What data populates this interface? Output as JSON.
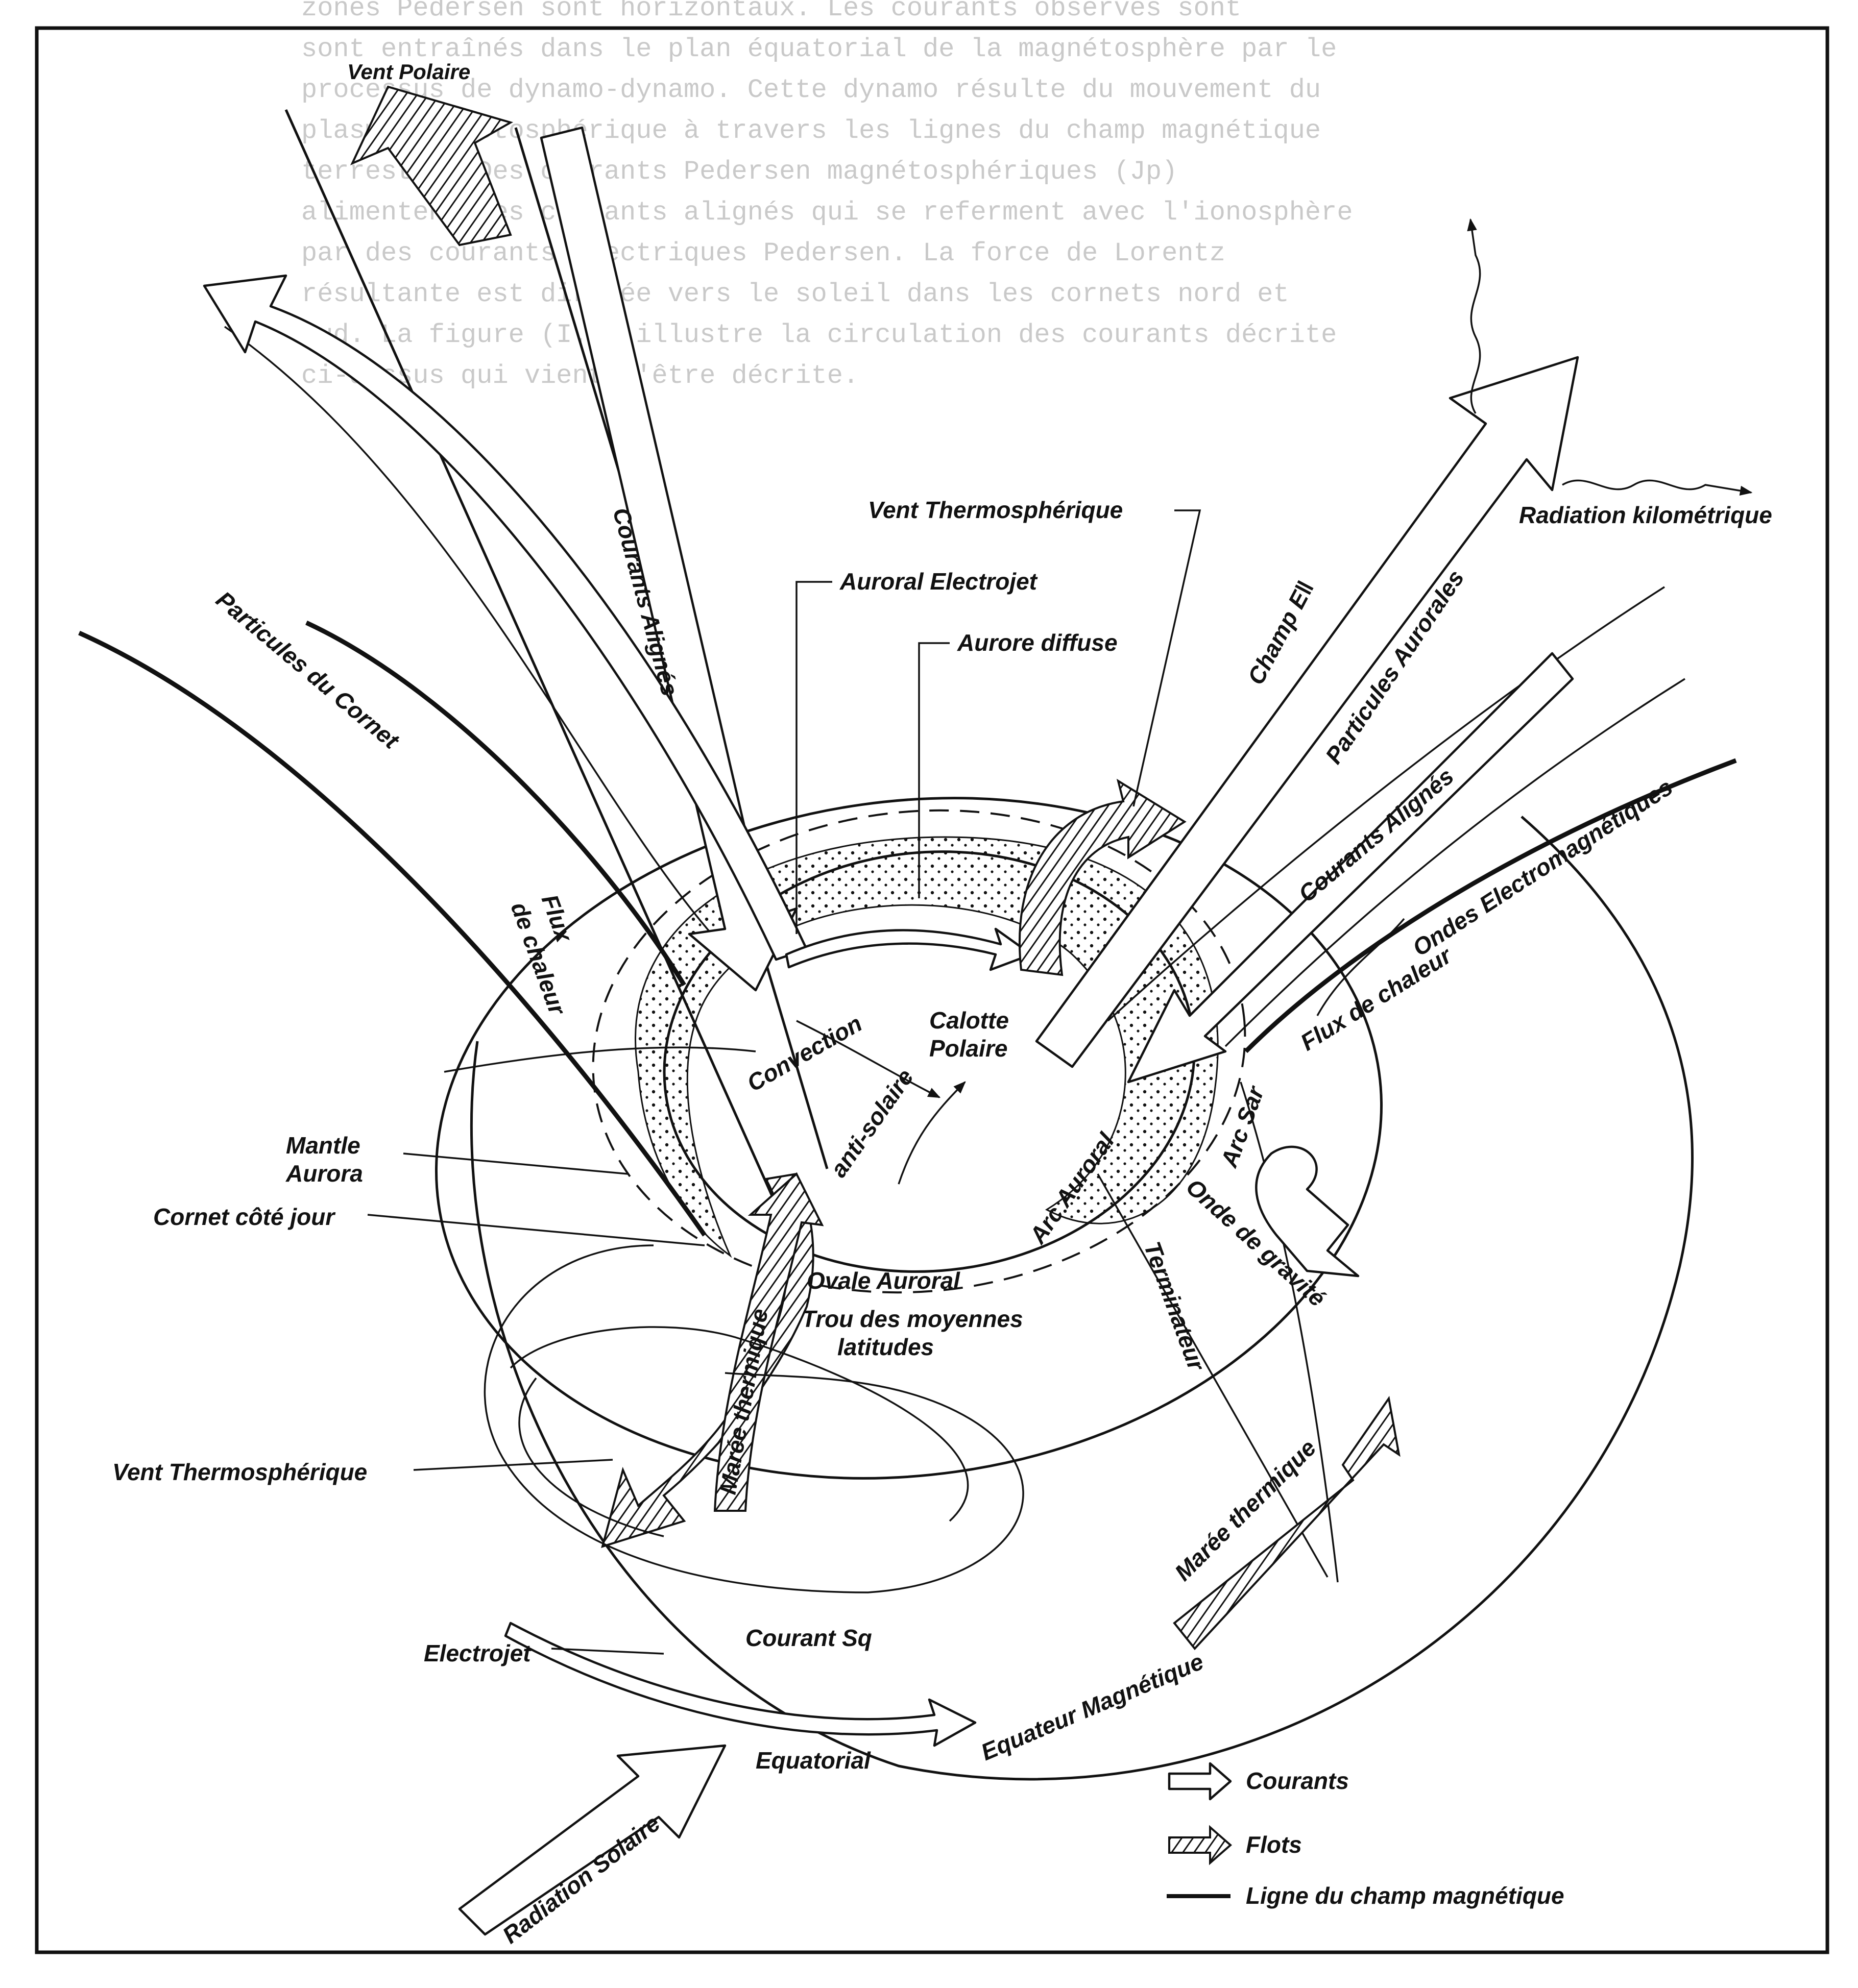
{
  "background_text": [
    "zones Pedersen sont horizontaux. Les courants observés sont",
    "sont entraînés dans le plan équatorial de la magnétosphère par le",
    "processus de dynamo-dynamo. Cette dynamo résulte du mouvement du",
    "plasma magnétosphérique à travers les lignes du champ magnétique",
    "terrestre. Des courants Pedersen magnétosphériques (Jp)",
    "alimentent des courants alignés qui se referment avec l'ionosphère",
    "par des courants électriques Pedersen. La force de Lorentz",
    "résultante est dirigée vers le soleil dans les cornets nord et",
    "sud. La figure (I.2) illustre la circulation des courants décrite",
    "ci-dessus qui vient d'être décrite."
  ],
  "labels": {
    "vent_polaire": "Vent Polaire",
    "courants_alignes_left": "Courants Alignés",
    "vent_thermo_top": "Vent Thermosphérique",
    "auroral_electrojet": "Auroral Electrojet",
    "aurore_diffuse": "Aurore diffuse",
    "radiation_kilometrique": "Radiation kilométrique",
    "champ_e": "Champ E‖",
    "particules_aurorales": "Particules Aurorales",
    "courants_alignes_right": "Courants Alignés",
    "ondes_em": "Ondes Electromagnétiques",
    "flux_chaleur_right": "Flux de chaleur",
    "particules_cornet": "Particules du Cornet",
    "flux_chaleur_left_1": "Flux",
    "flux_chaleur_left_2": "de chaleur",
    "convection": "Convection",
    "calotte_1": "Calotte",
    "calotte_2": "Polaire",
    "anti_solaire": "anti-solaire",
    "arc_auroral": "Arc Auroral",
    "arc_sar": "Arc Sar",
    "onde_gravite": "Onde de gravité",
    "mantle_1": "Mantle",
    "mantle_2": "Aurora",
    "cornet_jour": "Cornet côté jour",
    "ovale_auroral": "Ovale Auroral",
    "trou_1": "Trou des moyennes",
    "trou_2": "latitudes",
    "maree_left": "Marée thermique",
    "terminateur": "Terminateur",
    "vent_thermo_left": "Vent Thermosphérique",
    "maree_right": "Marée thermique",
    "courant_sq": "Courant Sq",
    "electrojet": "Electrojet",
    "equateur_magnetique": "Equateur Magnétique",
    "equatorial": "Equatorial",
    "radiation_solaire": "Radiation Solaire"
  },
  "legend": {
    "courants": "Courants",
    "flots": "Flots",
    "ligne_champ": "Ligne du champ magnétique"
  }
}
